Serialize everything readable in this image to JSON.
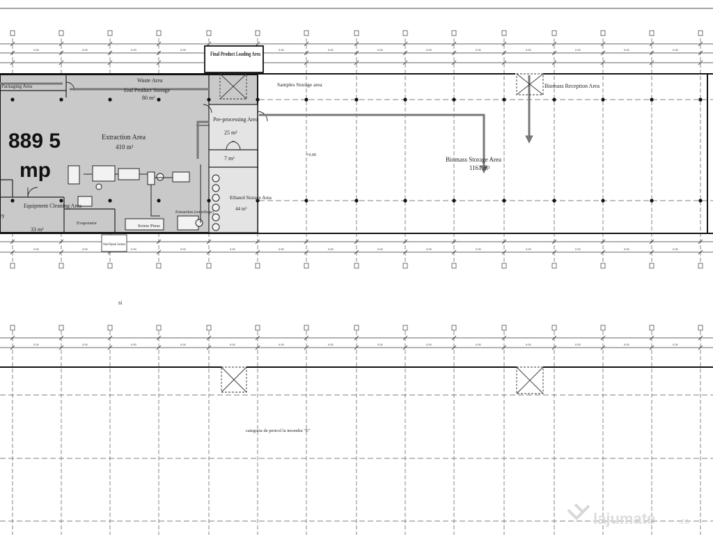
{
  "plan_top": {
    "rooms": {
      "packaging": "Packaging Area",
      "waste_area": "Waste Area",
      "end_product_storage": "End Product Storage",
      "end_product_storage_area": "80 m²",
      "final_product_loading": "Final Product Loading Area",
      "samples_storage": "Samples Storage area",
      "biomass_reception": "Biomass Reception Area",
      "extraction_area": "Extraction Area",
      "extraction_area_size": "410 m²",
      "pre_processing": "Pre-processing Area",
      "pre_processing_size": "25 m²",
      "small_room_size": "7 m²",
      "ethanol_storage": "Ethanol Storage Area",
      "ethanol_storage_size": "44 m²",
      "equipment_cleaning": "Equipment Cleaning Area",
      "equipment_cleaning_size": "33 m²",
      "biomass_storage": "Biomass Storage Area",
      "biomass_storage_size": "1161 m²",
      "screw_press": "Screw Press",
      "extraction_unit": "Extraction (centrifuge)",
      "waste_disposal": "Waste Disposal Container",
      "evaporator": "Evaporator",
      "level_mark": "+0.00",
      "partial_left_room": "ry"
    },
    "overlay_text": {
      "area_number": "889 5",
      "area_unit": "mp"
    }
  },
  "plan_bottom": {
    "fire_category": "categoria de pericol la incendiu \"E\""
  },
  "misc_mark": "si",
  "axis_marks_small": "0.00",
  "watermark": {
    "brand": "lajumate",
    "tld": ".ro"
  }
}
